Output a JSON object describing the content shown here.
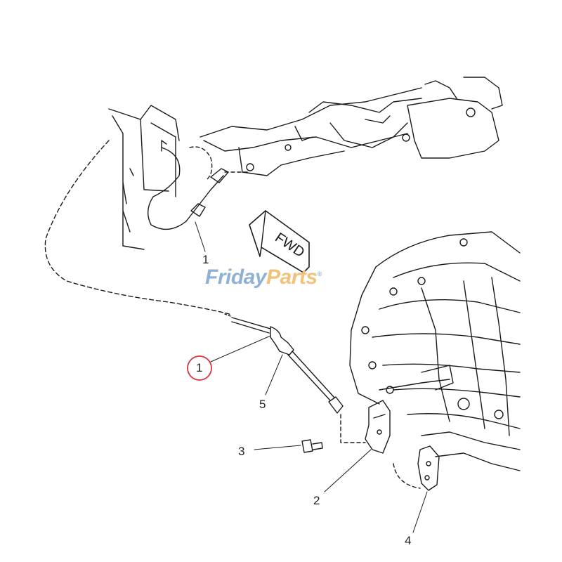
{
  "watermark": {
    "part1": "Friday",
    "part2": "Parts",
    "reg": "®"
  },
  "fwd_label": "FWD",
  "callouts": {
    "upper_1": "1",
    "circled_1": "1",
    "c5": "5",
    "c3": "3",
    "c2": "2",
    "c4": "4"
  },
  "colors": {
    "line": "#1a1a1a",
    "highlight_circle": "#d9343a",
    "watermark_blue": "#8fb1d6",
    "watermark_orange": "#f2c27a"
  }
}
